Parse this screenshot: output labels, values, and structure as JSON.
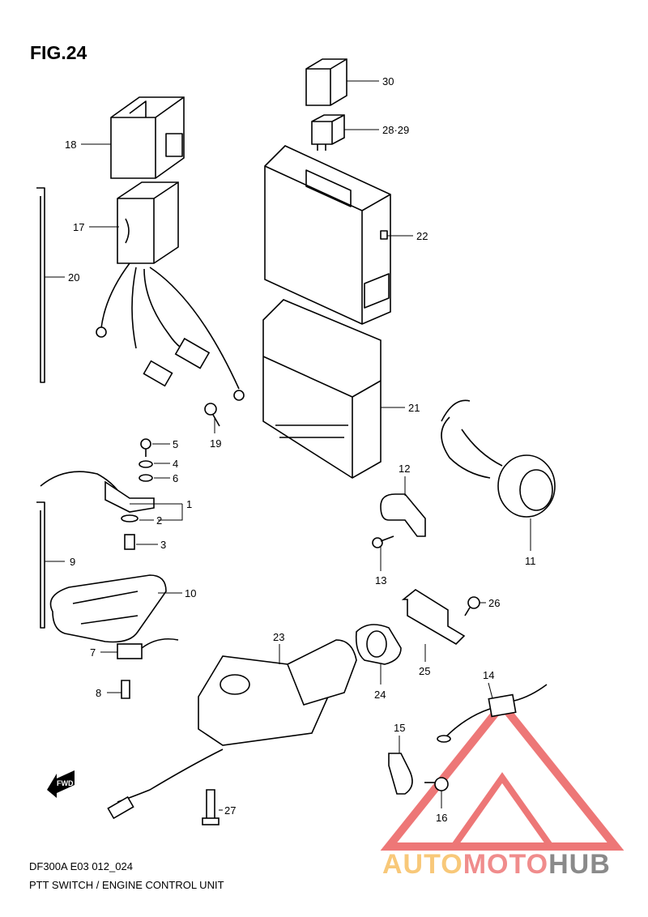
{
  "figure": {
    "title": "FIG.24",
    "code": "DF300A E03 012_024",
    "caption": "PTT SWITCH / ENGINE CONTROL UNIT"
  },
  "direction_marker": {
    "label": "FWD",
    "icon": "arrow-left-icon"
  },
  "callouts": [
    "30",
    "28·29",
    "18",
    "22",
    "17",
    "20",
    "21",
    "19",
    "5",
    "4",
    "6",
    "1",
    "2",
    "3",
    "12",
    "11",
    "13",
    "9",
    "10",
    "26",
    "23",
    "7",
    "25",
    "24",
    "8",
    "14",
    "15",
    "27",
    "16"
  ],
  "watermark": {
    "part1": "AUTO",
    "part2": "MOTO",
    "part3": "HUB",
    "colors": {
      "part1": "#f8c879",
      "part2": "#f08c8c",
      "part3": "#8a8a8a",
      "triangle": "#e84a4a"
    }
  }
}
